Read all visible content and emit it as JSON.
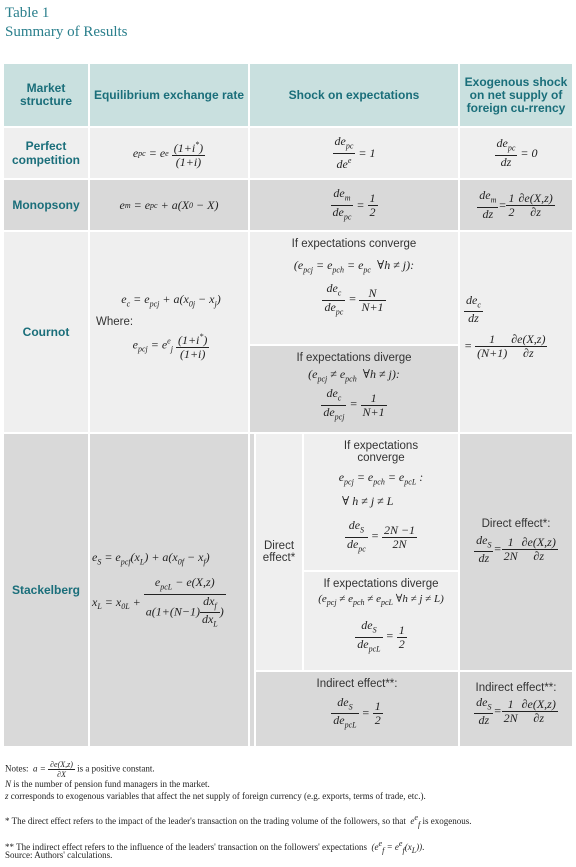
{
  "caption": {
    "table_number": "Table 1",
    "title": "Summary of Results"
  },
  "headers": {
    "market_structure": "Market structure",
    "equilibrium_rate": "Equilibrium exchange rate",
    "shock_expectations": "Shock on expectations",
    "exogenous_shock": "Exogenous shock on net supply of foreign cu-rrency"
  },
  "rows": {
    "perfect": "Perfect competition",
    "monopsony": "Monopsony",
    "cournot": "Cournot",
    "stackelberg": "Stackelberg"
  },
  "labels": {
    "where": "Where:",
    "if_converge": "If expectations converge",
    "if_diverge": "If expectations diverge",
    "if_exp": "If expectations",
    "converge": "converge",
    "direct_effect": "Direct effect*",
    "direct_effect_colon": "Direct effect*:",
    "indirect_effect": "Indirect effect**:"
  },
  "notes": {
    "line1_prefix": "Notes:",
    "line1_suffix": "is a positive constant.",
    "line2": "is the number of pension fund managers in the market.",
    "line3": "corresponds to exogenous variables that affect the net supply of foreign currency (e.g. exports, terms of trade, etc.).",
    "line4": "* The direct effect refers to the impact of the leader's transaction on the trading volume of the followers, so that",
    "line4_suffix": "is exogenous.",
    "line5": "** The indirect effect refers to the influence of the leaders' transaction on the followers' expectations",
    "source": "Source: Authors' calculations."
  },
  "colors": {
    "header_bg": "#c9e0df",
    "light_bg": "#efefef",
    "dark_bg": "#d9d9d9",
    "accent": "#1a6e7a"
  }
}
